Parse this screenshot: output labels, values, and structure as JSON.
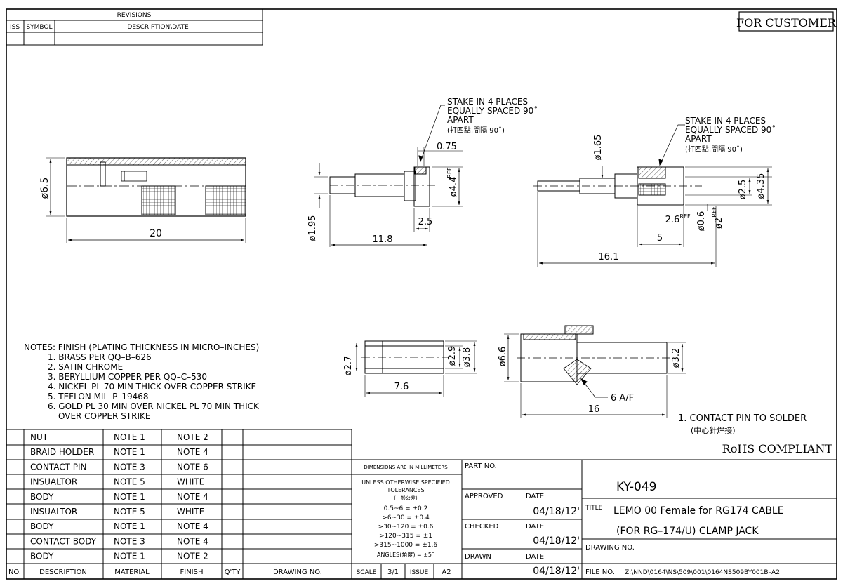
{
  "revisions": {
    "title": "REVISIONS",
    "col_iss": "ISS",
    "col_symbol": "SYMBOL",
    "col_desc": "DESCRIPTION\\DATE"
  },
  "customer_box": "FOR CUSTOMER",
  "drawing_views": {
    "overall": {
      "dia_label": "ø6.5",
      "len_label": "20"
    },
    "pin_side": {
      "note_line1": "STAKE IN 4 PLACES",
      "note_line2": "EQUALLY SPACED 90˚",
      "note_line3": "APART",
      "note_line4": "(打四點,間隔 90˚)",
      "dim_075": "0.75",
      "dim_44": "ø4.4",
      "ref_44": "REF",
      "dim_195": "ø1.95",
      "dim_25": "2.5",
      "dim_118": "11.8"
    },
    "assembled": {
      "note_line1": "STAKE IN 4 PLACES",
      "note_line2": "EQUALLY SPACED 90˚",
      "note_line3": "APART",
      "note_line4": "(打四點,間隔 90˚)",
      "dim_165": "ø1.65",
      "dim_25": "ø2.5",
      "dim_435": "ø4.35",
      "dim_26": "2.6",
      "ref_26": "REF",
      "dim_06": "ø0.6",
      "dim_2": "ø2",
      "ref_2": "REF",
      "dim_5": "5",
      "dim_161": "16.1"
    },
    "insulator": {
      "dim_27": "ø2.7",
      "dim_29": "ø2.9",
      "dim_38": "ø3.8",
      "dim_76": "7.6"
    },
    "body": {
      "dim_66": "ø6.6",
      "dim_32": "ø3.2",
      "dim_6af": "6 A/F",
      "dim_16": "16"
    }
  },
  "notes": {
    "header": "NOTES: FINISH (PLATING THICKNESS IN MICRO–INCHES)",
    "items": [
      "1. BRASS PER QQ–B–626",
      "2. SATIN CHROME",
      "3. BERYLLIUM COPPER PER QQ–C–530",
      "4. NICKEL PL 70 MIN THICK OVER COPPER STRIKE",
      "5. TEFLON MIL–P–19468",
      "6. GOLD PL 30 MIN OVER NICKEL PL 70 MIN THICK",
      "OVER COPPER STRIKE"
    ]
  },
  "contact_note": {
    "line1": "1. CONTACT PIN TO SOLDER",
    "line2": "(中心針焊接)"
  },
  "rohs": "RoHS COMPLIANT",
  "bom": {
    "headers": [
      "NO.",
      "DESCRIPTION",
      "MATERIAL",
      "FINISH",
      "Q'TY",
      "DRAWING NO."
    ],
    "rows": [
      {
        "no": "",
        "desc": "NUT",
        "material": "NOTE 1",
        "finish": "NOTE 2",
        "qty": "",
        "drawing": ""
      },
      {
        "no": "",
        "desc": "BRAID HOLDER",
        "material": "NOTE 1",
        "finish": "NOTE 4",
        "qty": "",
        "drawing": ""
      },
      {
        "no": "",
        "desc": "CONTACT PIN",
        "material": "NOTE 3",
        "finish": "NOTE 6",
        "qty": "",
        "drawing": ""
      },
      {
        "no": "",
        "desc": "INSUALTOR",
        "material": "NOTE 5",
        "finish": "WHITE",
        "qty": "",
        "drawing": ""
      },
      {
        "no": "",
        "desc": "BODY",
        "material": "NOTE 1",
        "finish": "NOTE 4",
        "qty": "",
        "drawing": ""
      },
      {
        "no": "",
        "desc": "INSUALTOR",
        "material": "NOTE 5",
        "finish": "WHITE",
        "qty": "",
        "drawing": ""
      },
      {
        "no": "",
        "desc": "BODY",
        "material": "NOTE 1",
        "finish": "NOTE 4",
        "qty": "",
        "drawing": ""
      },
      {
        "no": "",
        "desc": "CONTACT BODY",
        "material": "NOTE 3",
        "finish": "NOTE 4",
        "qty": "",
        "drawing": ""
      },
      {
        "no": "",
        "desc": "BODY",
        "material": "NOTE 1",
        "finish": "NOTE 2",
        "qty": "",
        "drawing": ""
      }
    ]
  },
  "title_block": {
    "dims_in_mm": "DIMENSIONS ARE IN MILLIMETERS",
    "tol_line1": "UNLESS OTHERWISE SPECIFIED",
    "tol_line2": "TOLERANCES",
    "tol_line3": "(一般公差)",
    "tolerances": [
      "0.5~6  =  ±0.2",
      ">6~30  =  ±0.4",
      ">30~120  =  ±0.6",
      ">120~315  =  ±1",
      ">315~1000  =  ±1.6",
      "ANGLES(角度)  =  ±5˚"
    ],
    "scale_label": "SCALE",
    "scale_value": "3/1",
    "issue_label": "ISSUE",
    "issue_value": "A2",
    "part_no_label": "PART NO.",
    "part_no": "KY-049",
    "approved_label": "APPROVED",
    "approved_date_label": "DATE",
    "approved_date": "04/18/12'",
    "checked_label": "CHECKED",
    "checked_date_label": "DATE",
    "checked_date": "04/18/12'",
    "drawn_label": "DRAWN",
    "drawn_date_label": "DATE",
    "drawn_date": "04/18/12'",
    "title_label": "TITLE",
    "title_line1": "LEMO 00 Female for RG174 CABLE",
    "title_line2": "(FOR RG–174/U) CLAMP JACK",
    "drawing_no_label": "DRAWING NO.",
    "file_no_label": "FILE NO.",
    "file_no": "Z:\\NND\\0164\\NS\\509\\001\\0164NS509BY001B–A2"
  }
}
